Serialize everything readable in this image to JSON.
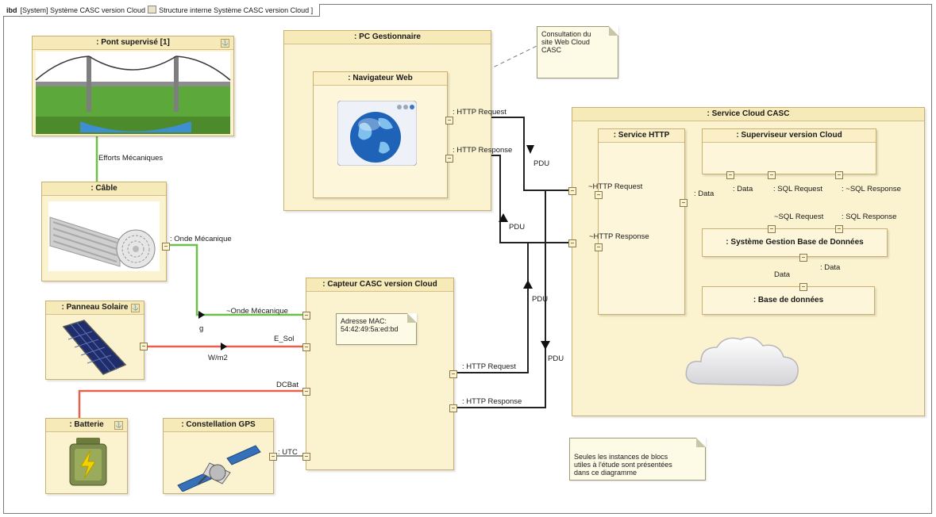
{
  "frame": {
    "prefix": "ibd",
    "title": "[System] Système CASC version Cloud",
    "subtitle": "Structure interne Système CASC version Cloud ]"
  },
  "blocks": {
    "pont": ": Pont supervisé [1]",
    "cable": ": Câble",
    "panneau": ": Panneau Solaire",
    "batterie": ": Batterie",
    "gps": ": Constellation GPS",
    "capteur": ": Capteur CASC version Cloud",
    "pc": ": PC Gestionnaire",
    "navigateur": ": Navigateur Web",
    "cloud_service": ": Service Cloud CASC",
    "service_http": ": Service HTTP",
    "superviseur": ": Superviseur version Cloud",
    "sgbd": ": Système Gestion Base de Données",
    "bdd": ": Base de données"
  },
  "labels": {
    "efforts": "Efforts Mécaniques",
    "onde_cable": ": Onde Mécanique",
    "onde_capteur": "~Onde Mécanique",
    "g": "g",
    "e_sol": "E_Sol",
    "wm2": "W/m2",
    "dcbat": "DCBat",
    "utc": ": UTC",
    "nav_request": ": HTTP Request",
    "nav_response": ": HTTP Response",
    "cloud_request": "~HTTP Request",
    "cloud_response": "~HTTP Response",
    "cap_request": ": HTTP Request",
    "cap_response": ": HTTP Response",
    "pdu": "PDU",
    "data": ": Data",
    "data2": "Data",
    "sup_data": ": Data",
    "sup_sql_request": ": SQL Request",
    "sup_sql_response": ": ~SQL Response",
    "sgbd_sql_request": "~SQL Request",
    "sgbd_sql_response": ": SQL Response",
    "sgbd_data": ": Data",
    "bdd_data": "Data"
  },
  "notes": {
    "consultation": [
      "Consultation du",
      "site Web Cloud",
      "CASC"
    ],
    "mac": [
      "Adresse MAC:",
      "54:42:49:5a:ed:bd"
    ],
    "seules": [
      "Seules les instances de blocs",
      "utiles à l'étude sont présentées",
      "dans ce diagramme"
    ]
  },
  "colors": {
    "block_fill": "#fbf3cf",
    "block_border": "#c9b071",
    "green_wire": "#6cbf4a",
    "red_wire": "#e4624d",
    "black_wire": "#222222"
  },
  "icons": [
    "bridge-icon",
    "cable-icon",
    "solar-panel-icon",
    "battery-icon",
    "satellite-icon",
    "globe-browser-icon",
    "cloud-icon"
  ]
}
